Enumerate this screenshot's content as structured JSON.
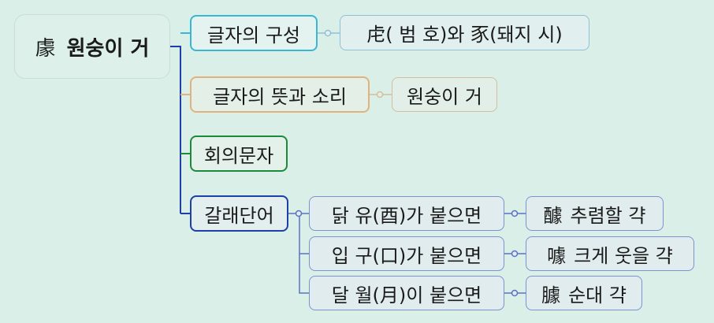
{
  "root": {
    "hanja": "豦",
    "label": "원숭이 거"
  },
  "branches": {
    "composition": {
      "label": "글자의 구성",
      "detail": "虍( 범 호)와 豕(돼지 시)"
    },
    "meaning": {
      "label": "글자의 뜻과 소리",
      "detail": "원숭이 거"
    },
    "type": {
      "label": "회의문자"
    },
    "derived": {
      "label": "갈래단어",
      "items": [
        {
          "label": "닭 유(酉)가 붙으면",
          "hanja": "醵",
          "reading": "추렴할 갹"
        },
        {
          "label": "입 구(口)가 붙으면",
          "hanja": "噱",
          "reading": "크게 웃을 갹"
        },
        {
          "label": "달 월(月)이 붙으면",
          "hanja": "臄",
          "reading": "순대 갹"
        }
      ]
    }
  },
  "colors": {
    "background": "#d9efe7",
    "composition": "#38b6d3",
    "meaning": "#e2b27e",
    "type": "#1d8a3a",
    "derived": "#1f3fa8",
    "trunk": "#1f3fa8"
  }
}
